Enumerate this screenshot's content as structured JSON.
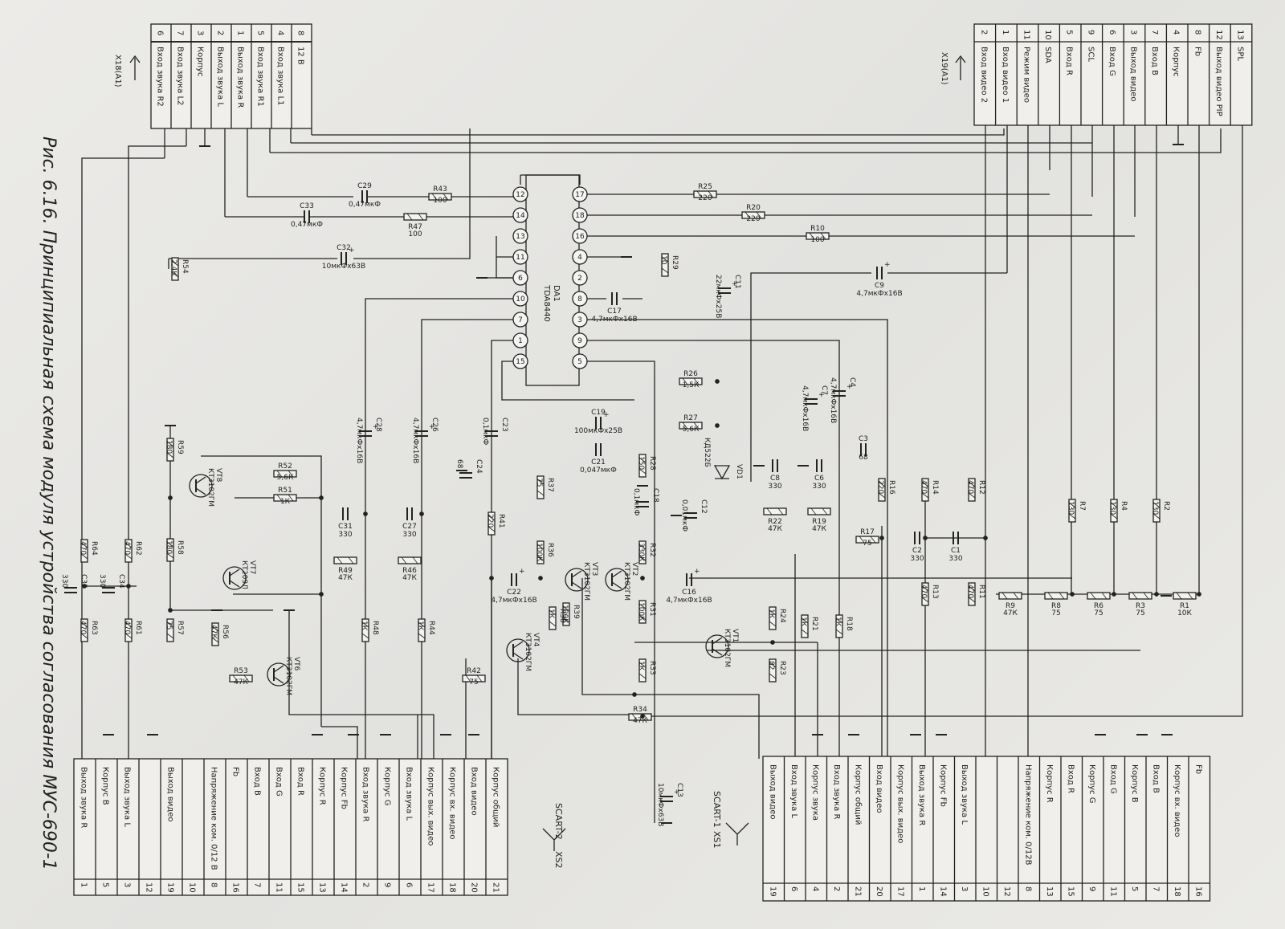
{
  "caption": "Рис. 6.16. Принципиальная схема модуля устройства согласования МУС-690-1",
  "connector_x18": {
    "ref": "X18(A1)",
    "pins": [
      {
        "num": "6",
        "label": "Вход звука R2"
      },
      {
        "num": "7",
        "label": "Вход звука L2"
      },
      {
        "num": "3",
        "label": "Корпус"
      },
      {
        "num": "2",
        "label": "Выход звука L"
      },
      {
        "num": "1",
        "label": "Выход звука R"
      },
      {
        "num": "5",
        "label": "Вход звука R1"
      },
      {
        "num": "4",
        "label": "Вход звука L1"
      },
      {
        "num": "8",
        "label": "12 В"
      }
    ]
  },
  "connector_x19": {
    "ref": "X19(A1)",
    "pins": [
      {
        "num": "2",
        "label": "Вход видео 2"
      },
      {
        "num": "1",
        "label": "Вход видео 1"
      },
      {
        "num": "11",
        "label": "Режим видео"
      },
      {
        "num": "10",
        "label": "SDA"
      },
      {
        "num": "5",
        "label": "Вход R"
      },
      {
        "num": "9",
        "label": "SCL"
      },
      {
        "num": "6",
        "label": "Вход G"
      },
      {
        "num": "3",
        "label": "Выход видео"
      },
      {
        "num": "7",
        "label": "Вход B"
      },
      {
        "num": "4",
        "label": "Корпус"
      },
      {
        "num": "8",
        "label": "Fb"
      },
      {
        "num": "12",
        "label": "Выход видео PIP"
      },
      {
        "num": "13",
        "label": "SPL"
      }
    ]
  },
  "connector_scart2": {
    "ref": "XS2",
    "name": "SCART-2",
    "pins": [
      {
        "num": "1",
        "label": "Выход звука R"
      },
      {
        "num": "5",
        "label": "Корпус B"
      },
      {
        "num": "3",
        "label": "Выход звука L"
      },
      {
        "num": "12",
        "label": ""
      },
      {
        "num": "19",
        "label": "Выход видео"
      },
      {
        "num": "10",
        "label": ""
      },
      {
        "num": "8",
        "label": "Напряжение ком. 0/12 В"
      },
      {
        "num": "16",
        "label": "Fb"
      },
      {
        "num": "7",
        "label": "Вход B"
      },
      {
        "num": "11",
        "label": "Вход G"
      },
      {
        "num": "15",
        "label": "Вход R"
      },
      {
        "num": "13",
        "label": "Корпус R"
      },
      {
        "num": "14",
        "label": "Корпус Fb"
      },
      {
        "num": "2",
        "label": "Вход звука R"
      },
      {
        "num": "9",
        "label": "Корпус G"
      },
      {
        "num": "6",
        "label": "Вход звука L"
      },
      {
        "num": "17",
        "label": "Корпус вых. видео"
      },
      {
        "num": "18",
        "label": "Корпус вх. видео"
      },
      {
        "num": "20",
        "label": "Вход видео"
      },
      {
        "num": "21",
        "label": "Корпус общий"
      }
    ]
  },
  "connector_scart1": {
    "ref": "XS1",
    "name": "SCART-1",
    "pins": [
      {
        "num": "19",
        "label": "Выход видео"
      },
      {
        "num": "6",
        "label": "Вход звука L"
      },
      {
        "num": "4",
        "label": "Корпус звука"
      },
      {
        "num": "2",
        "label": "Вход звука R"
      },
      {
        "num": "21",
        "label": "Корпус общий"
      },
      {
        "num": "20",
        "label": "Вход видео"
      },
      {
        "num": "17",
        "label": "Корпус вых. видео"
      },
      {
        "num": "1",
        "label": "Выход звука R"
      },
      {
        "num": "14",
        "label": "Корпус Fb"
      },
      {
        "num": "3",
        "label": "Выход звука L"
      },
      {
        "num": "10",
        "label": ""
      },
      {
        "num": "12",
        "label": ""
      },
      {
        "num": "8",
        "label": "Напряжение ком. 0/12В"
      },
      {
        "num": "13",
        "label": "Корпус R"
      },
      {
        "num": "15",
        "label": "Вход R"
      },
      {
        "num": "9",
        "label": "Корпус G"
      },
      {
        "num": "11",
        "label": "Вход G"
      },
      {
        "num": "5",
        "label": "Корпус B"
      },
      {
        "num": "7",
        "label": "Вход B"
      },
      {
        "num": "18",
        "label": "Корпус вх. видео"
      },
      {
        "num": "16",
        "label": "Fb"
      }
    ]
  },
  "ic": {
    "ref": "DA1",
    "part": "TDA8440",
    "left_pins": [
      "12",
      "14",
      "13",
      "11",
      "6",
      "10",
      "7",
      "1",
      "15"
    ],
    "right_pins": [
      "17",
      "18",
      "16",
      "4",
      "2",
      "8",
      "3",
      "9",
      "5"
    ]
  },
  "components": {
    "C29": {
      "ref": "C29",
      "value": "0,47мкФ"
    },
    "R43": {
      "ref": "R43",
      "value": "100"
    },
    "C33": {
      "ref": "C33",
      "value": "0,47мкФ"
    },
    "R47": {
      "ref": "R47",
      "value": "100"
    },
    "C32": {
      "ref": "C32",
      "value": "10мкФх63В"
    },
    "R54": {
      "ref": "R54",
      "value": "2,4К"
    },
    "R25": {
      "ref": "R25",
      "value": "220"
    },
    "R20": {
      "ref": "R20",
      "value": "220"
    },
    "R10": {
      "ref": "R10",
      "value": "100"
    },
    "C9": {
      "ref": "C9",
      "value": "4,7мкФх16В"
    },
    "R29": {
      "ref": "R29",
      "value": "10"
    },
    "C11": {
      "ref": "C11",
      "value": "22мкФх25В"
    },
    "C17": {
      "ref": "C17",
      "value": "4,7мкФх16В"
    },
    "C28": {
      "ref": "C28",
      "value": "4,7мкФх16В"
    },
    "C26": {
      "ref": "C26",
      "value": "4,7мкФх16В"
    },
    "C23": {
      "ref": "C23",
      "value": "0,1мкФ"
    },
    "C19": {
      "ref": "C19",
      "value": "100мкФх25В"
    },
    "C21": {
      "ref": "C21",
      "value": "0,047мкФ"
    },
    "R26": {
      "ref": "R26",
      "value": "1,5К"
    },
    "R27": {
      "ref": "R27",
      "value": "5,6К"
    },
    "VD1": {
      "ref": "VD1",
      "value": "КД522Б"
    },
    "C7": {
      "ref": "C7",
      "value": "4,7мкФх16В"
    },
    "C4": {
      "ref": "C4",
      "value": "4,7мкФх16В"
    },
    "C3": {
      "ref": "C3",
      "value": "68"
    },
    "R59": {
      "ref": "R59",
      "value": "180"
    },
    "R52": {
      "ref": "R52",
      "value": "5,6К"
    },
    "R51": {
      "ref": "R51",
      "value": "1К"
    },
    "VT8": {
      "ref": "VT8",
      "value": "КТ3102ГМ"
    },
    "VT7": {
      "ref": "VT7",
      "value": "КТ209Л"
    },
    "C31": {
      "ref": "C31",
      "value": "330"
    },
    "C27": {
      "ref": "C27",
      "value": "330"
    },
    "R49": {
      "ref": "R49",
      "value": "47К"
    },
    "R46": {
      "ref": "R46",
      "value": "47К"
    },
    "C24": {
      "ref": "C24",
      "value": "68"
    },
    "R41": {
      "ref": "R41",
      "value": "220"
    },
    "R37": {
      "ref": "R37",
      "value": "75"
    },
    "R28": {
      "ref": "R28",
      "value": "150"
    },
    "C18": {
      "ref": "C18",
      "value": "0,1мкФ"
    },
    "C12": {
      "ref": "C12",
      "value": "0,01мкФ"
    },
    "C8": {
      "ref": "C8",
      "value": "330"
    },
    "C6": {
      "ref": "C6",
      "value": "330"
    },
    "R22": {
      "ref": "R22",
      "value": "47К"
    },
    "R19": {
      "ref": "R19",
      "value": "47К"
    },
    "R16": {
      "ref": "R16",
      "value": "220"
    },
    "R14": {
      "ref": "R14",
      "value": "470"
    },
    "R12": {
      "ref": "R12",
      "value": "470"
    },
    "R7": {
      "ref": "R7",
      "value": "130"
    },
    "R4": {
      "ref": "R4",
      "value": "130"
    },
    "R2": {
      "ref": "R2",
      "value": "130"
    },
    "R64": {
      "ref": "R64",
      "value": "470"
    },
    "R62": {
      "ref": "R62",
      "value": "470"
    },
    "R58": {
      "ref": "R58",
      "value": "180"
    },
    "R36": {
      "ref": "R36",
      "value": "100К"
    },
    "VT3": {
      "ref": "VT3",
      "value": "КТ3102ГМ"
    },
    "R32": {
      "ref": "R32",
      "value": "330К"
    },
    "R17": {
      "ref": "R17",
      "value": "75"
    },
    "C2": {
      "ref": "C2",
      "value": "330"
    },
    "C1": {
      "ref": "C1",
      "value": "330"
    },
    "C35": {
      "ref": "C35",
      "value": "330"
    },
    "C34": {
      "ref": "C34",
      "value": "330"
    },
    "C22": {
      "ref": "C22",
      "value": "4,7мкФх16В"
    },
    "R39": {
      "ref": "R39",
      "value": "100К"
    },
    "VT2": {
      "ref": "VT2",
      "value": "КТ3102ГМ"
    },
    "C16": {
      "ref": "C16",
      "value": "4,7мкФх16В"
    },
    "R31": {
      "ref": "R31",
      "value": "100К"
    },
    "VT1": {
      "ref": "VT1",
      "value": "КТ3102ГМ"
    },
    "R13": {
      "ref": "R13",
      "value": "470"
    },
    "R11": {
      "ref": "R11",
      "value": "470"
    },
    "R9": {
      "ref": "R9",
      "value": "47К"
    },
    "R8": {
      "ref": "R8",
      "value": "75"
    },
    "R6": {
      "ref": "R6",
      "value": "75"
    },
    "R3": {
      "ref": "R3",
      "value": "75"
    },
    "R1": {
      "ref": "R1",
      "value": "10К"
    },
    "R63": {
      "ref": "R63",
      "value": "470"
    },
    "R61": {
      "ref": "R61",
      "value": "470"
    },
    "R57": {
      "ref": "R57",
      "value": "75"
    },
    "R56": {
      "ref": "R56",
      "value": "47К"
    },
    "R48": {
      "ref": "R48",
      "value": "1К"
    },
    "R44": {
      "ref": "R44",
      "value": "1К"
    },
    "R38": {
      "ref": "R38",
      "value": "1К"
    },
    "R24": {
      "ref": "R24",
      "value": "1К"
    },
    "R21": {
      "ref": "R21",
      "value": "1К"
    },
    "R18": {
      "ref": "R18",
      "value": "1К"
    },
    "R53": {
      "ref": "R53",
      "value": "47К"
    },
    "VT6": {
      "ref": "VT6",
      "value": "КТ3102ГМ"
    },
    "R42": {
      "ref": "R42",
      "value": "75"
    },
    "VT4": {
      "ref": "VT4",
      "value": "КТ3102ГМ"
    },
    "R33": {
      "ref": "R33",
      "value": "1К"
    },
    "R23": {
      "ref": "R23",
      "value": "82"
    },
    "R34": {
      "ref": "R34",
      "value": "47К"
    },
    "C13": {
      "ref": "C13",
      "value": "10мкФх63В"
    }
  }
}
